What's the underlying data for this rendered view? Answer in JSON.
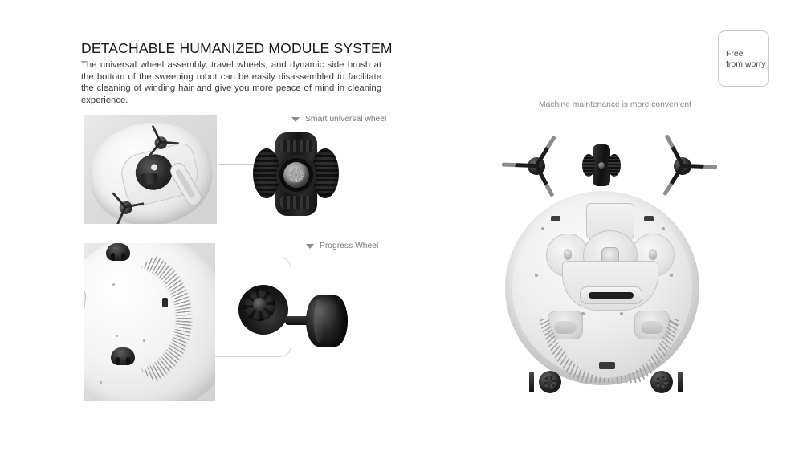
{
  "section": {
    "heading": "DETACHABLE HUMANIZED MODULE SYSTEM",
    "body": "The universal wheel assembly, travel wheels, and dynamic side brush at the bottom of the sweeping robot can be easily disassembled to facilitate the cleaning of winding hair and give you more peace of mind in cleaning experience."
  },
  "callouts": [
    {
      "label": "Smart universal wheel",
      "marker": "triangle-down-icon"
    },
    {
      "label": "Progress Wheel",
      "marker": "triangle-down-icon"
    }
  ],
  "right": {
    "caption": "Machine maintenance is more convenient"
  },
  "badge": {
    "text": "Free\nfrom worry"
  },
  "colors": {
    "background": "#ffffff",
    "heading": "#1a1a1a",
    "body_text": "#3c3c3c",
    "muted_text": "#8a8a8a",
    "callout_text": "#777777",
    "marker": "#8e8e8e",
    "badge_border": "#c9c9c9",
    "leader_line": "#cfcfcf",
    "photo_panel": "#dcdcdc",
    "part_black": "#121212",
    "robot_shell": "#e6e6e6"
  },
  "figures": {
    "photo_top": "robot-underside-universal-wheel-photo",
    "photo_bottom": "robot-underside-travel-wheels-photo",
    "part_universal_wheel": "universal-wheel-module",
    "part_roller_wheel": "roller-wheel",
    "part_axle_wheel": "axle-travel-wheel",
    "robot_main": "robot-underside-full-view",
    "side_brush_left": "side-brush-left",
    "side_brush_right": "side-brush-right",
    "center_module": "center-universal-wheel-module",
    "travel_wheel_left": "travel-wheel-left",
    "travel_wheel_right": "travel-wheel-right"
  }
}
